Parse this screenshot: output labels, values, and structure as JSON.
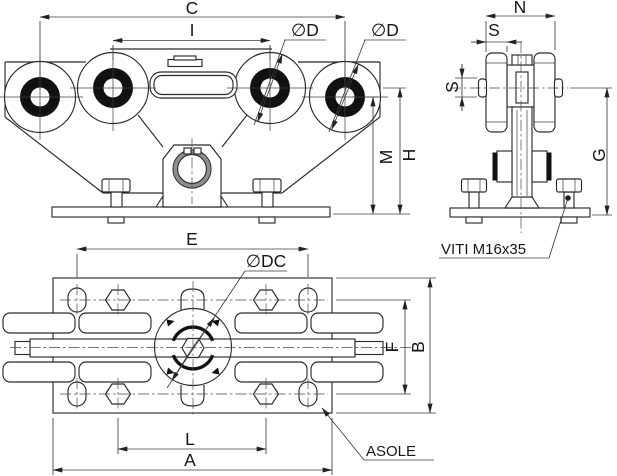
{
  "front_view": {
    "dim_c": "C",
    "dim_i": "I",
    "dia_left": "∅D",
    "dia_right": "∅D",
    "dim_m": "M",
    "dim_h": "H"
  },
  "side_view": {
    "dim_n": "N",
    "dim_s_wheel": "S",
    "dim_s_axle": "S",
    "dim_g": "G"
  },
  "plan_view": {
    "dim_e": "E",
    "dia_dc": "∅DC",
    "dim_f": "F",
    "dim_b": "B",
    "dim_l": "L",
    "dim_a": "A"
  },
  "callouts": {
    "screws": "VITI M16x35",
    "slots": "ASOLE"
  },
  "colors": {
    "background": "#ffffff",
    "line": "#2b2b2b",
    "dimension_line": "#3c3c3c",
    "fill_dark": "#111111"
  }
}
